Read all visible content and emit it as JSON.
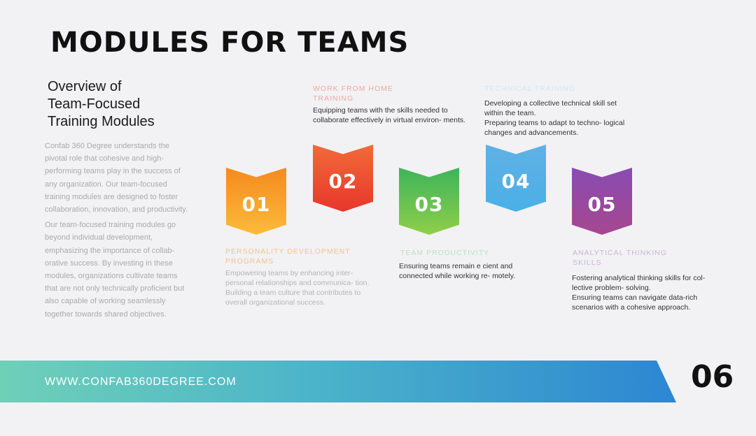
{
  "title": "MODULES FOR TEAMS",
  "subtitle": [
    "Overview of",
    "Team-Focused",
    "Training Modules"
  ],
  "intro": [
    "Confab 360 Degree understands the pivotal role that cohesive and high-performing teams play in the success of any organization. Our team-focused training modules are designed to foster collaboration, innovation, and productivity.",
    "Our team-focused training modules go beyond individual development, emphasizing the importance of collab- orative success. By investing in these modules, organizations cultivate teams that are not only technically proficient but also capable of working seamlessly together towards shared objectives."
  ],
  "modules": [
    {
      "number": "01",
      "heading": [
        "PERSONALITY DEVELOPMENT",
        "PROGRAMS"
      ],
      "body": [
        "Empowering teams by enhancing inter- personal relationships and communica- tion.",
        "Building a team culture that contributes to overall organizational success."
      ],
      "color": "#f58a1f"
    },
    {
      "number": "02",
      "heading": [
        "WORK FROM HOME",
        "TRAINING"
      ],
      "body": [
        "Equipping teams with the skills needed to collaborate effectively in virtual environ- ments."
      ],
      "color": "#e8362b"
    },
    {
      "number": "03",
      "heading": [
        "TEAM PRODUCTIVITY"
      ],
      "body": [
        "Ensuring teams remain e cient and connected while working re- motely."
      ],
      "color": "#3db45a"
    },
    {
      "number": "04",
      "heading": [
        "TECHNICAL TRAINING"
      ],
      "body": [
        "Developing a collective technical skill set within the team.",
        "Preparing teams to adapt to techno- logical changes and advancements."
      ],
      "color": "#4ab0e6"
    },
    {
      "number": "05",
      "heading": [
        "ANALYTICAL THINKING",
        "SKILLS"
      ],
      "body": [
        "Fostering analytical thinking skills for col- lective problem- solving.",
        "Ensuring teams can navigate data-rich scenarios with a cohesive approach."
      ],
      "color": "#8a4bb1"
    }
  ],
  "footer": {
    "url": "WWW.CONFAB360DEGREE.COM",
    "page_number": "06"
  }
}
